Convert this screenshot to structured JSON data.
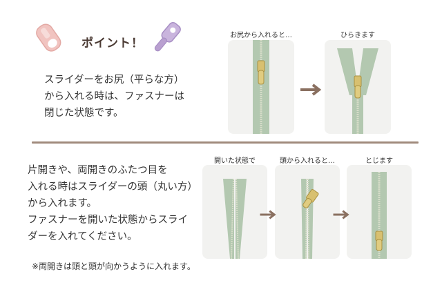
{
  "point": {
    "title": "ポイント！"
  },
  "para1": [
    "スライダーをお尻（平らな方）",
    "から入れる時は、ファスナーは",
    "閉じた状態です。"
  ],
  "para2": [
    "片開きや、両開きのふたつ目を",
    "入れる時はスライダーの頭（丸い方）",
    "から入れます。",
    "ファスナーを開いた状態からスライ",
    "ダーを入れてください。"
  ],
  "note": "※両開きは頭と頭が向かうように入れます。",
  "top_captions": [
    "お尻から入れると…",
    "ひらきます"
  ],
  "bottom_captions": [
    "開いた状態で",
    "頭から入れると…",
    "とじます"
  ],
  "colors": {
    "zipper_tape": "#b3c8b0",
    "teeth": "#d6dcc8",
    "slider": "#d8c070",
    "arrow": "#8a7060",
    "divider": "#a08a7c",
    "icon_pink": "#f1c4c0",
    "icon_purple": "#b9a0d0"
  },
  "icons": [
    "pink-slider-icon",
    "purple-slider-icon",
    "arrow-right-icon"
  ]
}
